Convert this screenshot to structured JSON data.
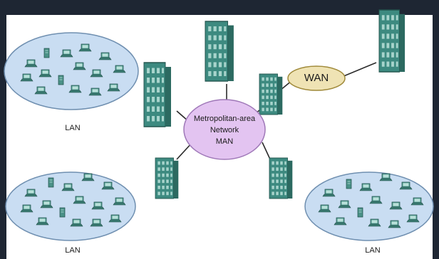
{
  "nodes": {
    "lan_top_left": "LAN",
    "lan_bottom_left": "LAN",
    "lan_bottom_right": "LAN",
    "wan": "WAN",
    "man": {
      "line1": "Metropolitan-area",
      "line2": "Network",
      "line3": "MAN"
    }
  },
  "colors": {
    "background": "#1e2633",
    "canvas": "#ffffff",
    "lan_fill": "#c9ddf2",
    "man_fill": "#e3c4f1",
    "wan_fill": "#efe3b4",
    "building": "#3d8a80",
    "link": "#2b2b2b"
  }
}
